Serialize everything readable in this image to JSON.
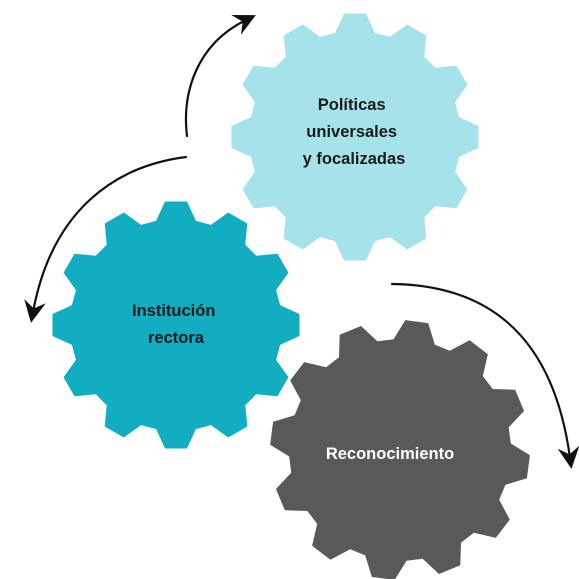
{
  "diagram": {
    "gears": [
      {
        "id": "policies",
        "label_lines": [
          "Políticas",
          "universales",
          "y focalizadas"
        ],
        "color": "#a5e2ea",
        "text_color": "#1a1a1a"
      },
      {
        "id": "institution",
        "label_lines": [
          "Institución",
          "rectora"
        ],
        "color": "#12adc1",
        "text_color": "#1a1a1a"
      },
      {
        "id": "recognition",
        "label_lines": [
          "Reconocimiento"
        ],
        "color": "#58595b",
        "text_color": "#ffffff"
      }
    ],
    "arrow_color": "#111111",
    "arrows": [
      "cycle-arrow-top",
      "cycle-arrow-left",
      "cycle-arrow-right"
    ]
  }
}
